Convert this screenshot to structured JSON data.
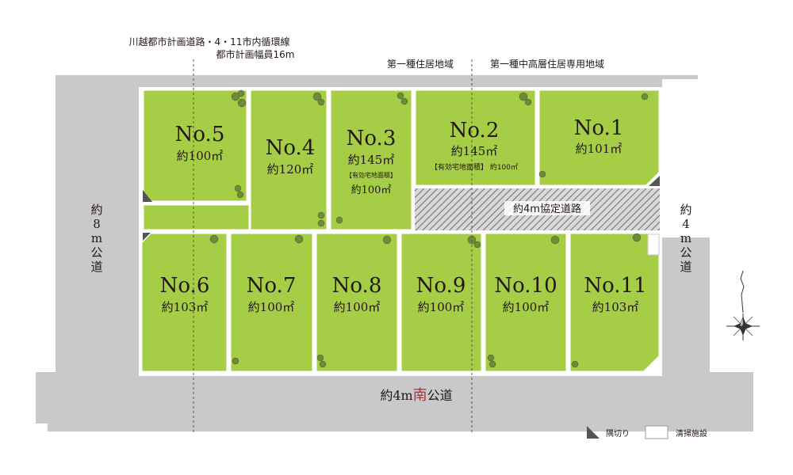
{
  "annotations": {
    "city_road_line1": "川越都市計画道路・4・11市内循環線",
    "city_road_line2": "都市計画幅員16m",
    "zone_left": "第一種住居地域",
    "zone_right": "第一種中高層住居専用地域"
  },
  "roads": {
    "west": {
      "chars": [
        "約",
        "8",
        "m",
        "公",
        "道"
      ]
    },
    "east": {
      "chars": [
        "約",
        "4",
        "m",
        "公",
        "道"
      ]
    },
    "south": {
      "prefix": "約4m",
      "highlight": "南",
      "suffix": "公道",
      "highlight_color": "#c1272d"
    },
    "private": "約4m協定道路"
  },
  "lots": [
    {
      "id": "no1",
      "number": "No.1",
      "area": "約101㎡"
    },
    {
      "id": "no2",
      "number": "No.2",
      "area": "約145㎡",
      "note": "【有効宅地面積】 約100㎡"
    },
    {
      "id": "no3",
      "number": "No.3",
      "area": "約145㎡",
      "note_label": "【有効宅地面積】",
      "note_value": "約100㎡"
    },
    {
      "id": "no4",
      "number": "No.4",
      "area": "約120㎡"
    },
    {
      "id": "no5",
      "number": "No.5",
      "area": "約100㎡"
    },
    {
      "id": "no6",
      "number": "No.6",
      "area": "約103㎡"
    },
    {
      "id": "no7",
      "number": "No.7",
      "area": "約100㎡"
    },
    {
      "id": "no8",
      "number": "No.8",
      "area": "約100㎡"
    },
    {
      "id": "no9",
      "number": "No.9",
      "area": "約100㎡"
    },
    {
      "id": "no10",
      "number": "No.10",
      "area": "約100㎡"
    },
    {
      "id": "no11",
      "number": "No.11",
      "area": "約103㎡"
    }
  ],
  "legend": {
    "corner_cut": "隅切り",
    "cleaning_facility": "清掃施設"
  },
  "colors": {
    "lot_green": "#a6cd46",
    "road_gray": "#c9c9cb",
    "border": "#ffffff",
    "accent_red": "#c1272d"
  }
}
